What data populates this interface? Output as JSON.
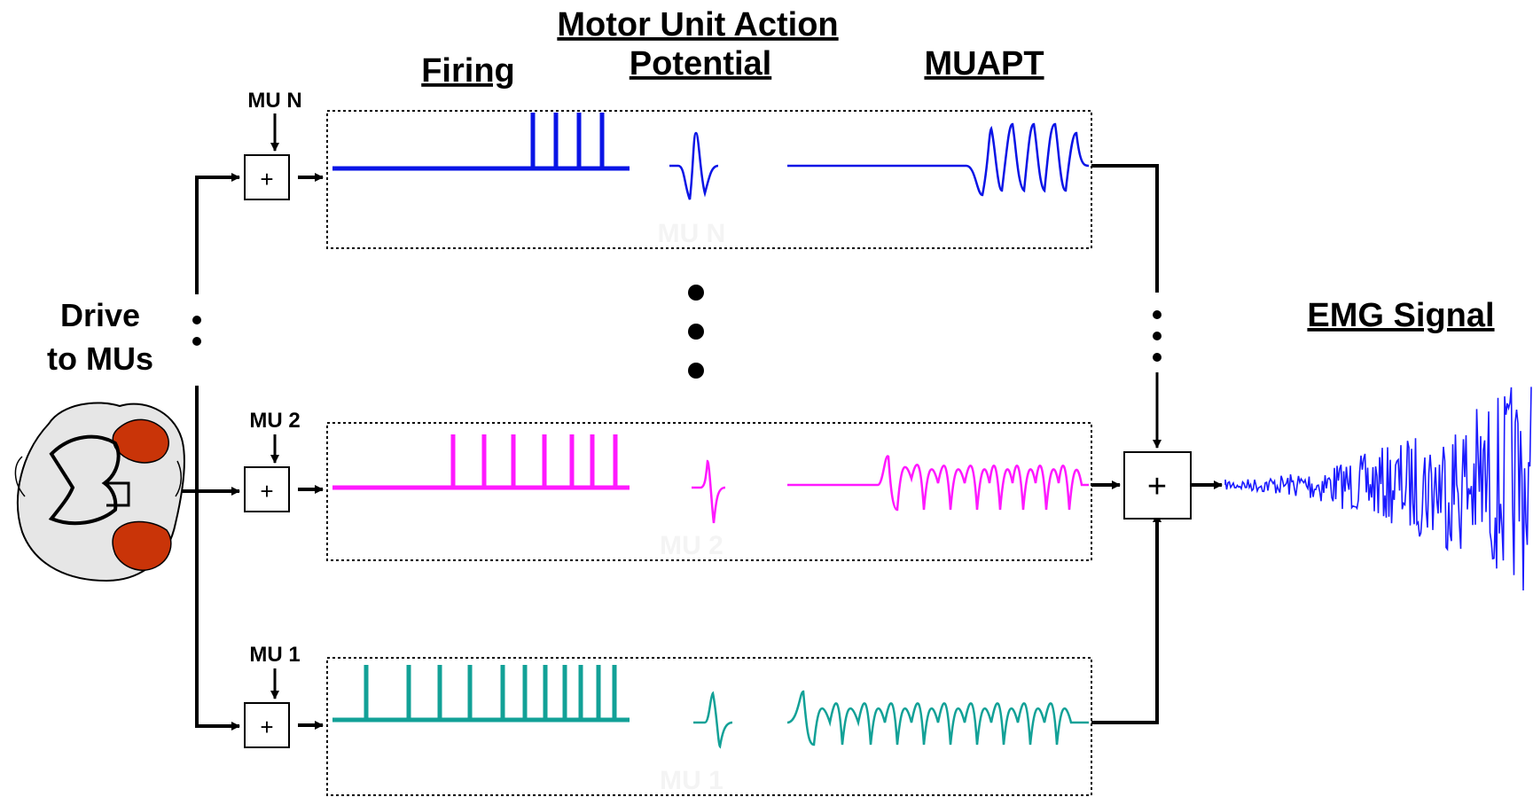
{
  "headers": {
    "firing": "Firing",
    "muap_line1": "Motor Unit Action",
    "muap_line2": "Potential",
    "muapt": "MUAPT",
    "emg": "EMG Signal"
  },
  "drive": {
    "line1": "Drive",
    "line2": "to MUs"
  },
  "motor_units": [
    {
      "label": "MU N",
      "ghost_label": "MU N",
      "color": "#0a14e6",
      "firing_spikes": 4
    },
    {
      "label": "MU 2",
      "ghost_label": "MU 2",
      "color": "#ff19ff",
      "firing_spikes": 7
    },
    {
      "label": "MU 1",
      "ghost_label": "MU 1",
      "color": "#12a197",
      "firing_spikes": 11
    }
  ],
  "summer_symbol": "+",
  "colors": {
    "spinal_cord_fill": "#e6e6e6",
    "motor_neuron_fill": "#c93408",
    "emg_signal": "#1a1aff",
    "line": "#000000"
  },
  "icons": [
    "spinal-cord-cross-section-icon",
    "arrow-icon",
    "summing-junction-icon"
  ]
}
